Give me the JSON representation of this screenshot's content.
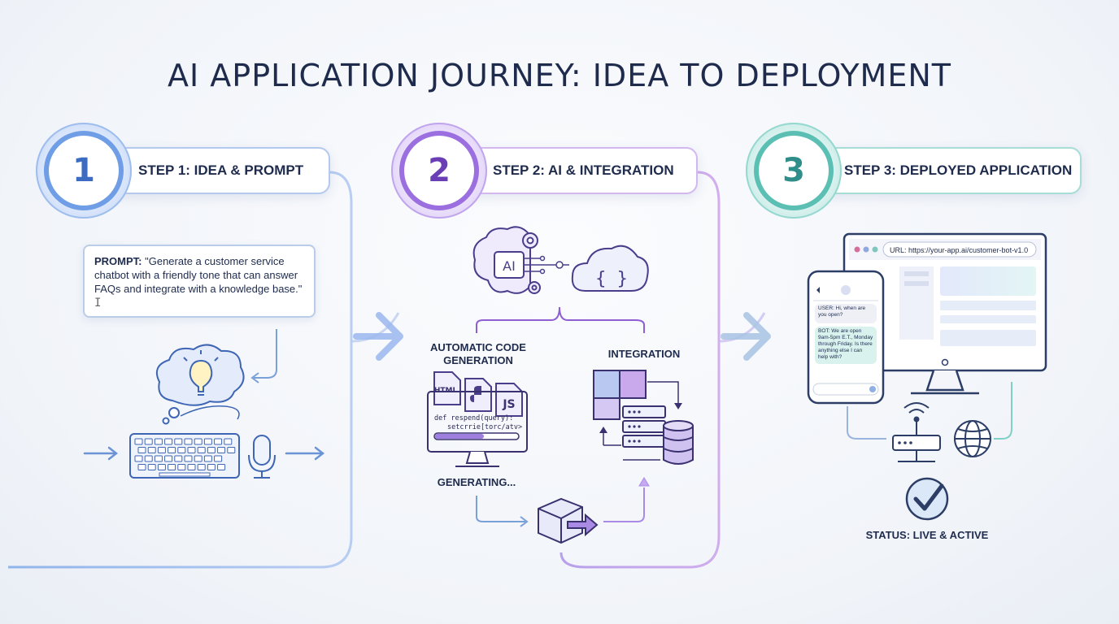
{
  "title": "AI APPLICATION JOURNEY: IDEA TO DEPLOYMENT",
  "steps": [
    {
      "number": "1",
      "label": "STEP 1: IDEA & PROMPT",
      "color": "#4a7fd6"
    },
    {
      "number": "2",
      "label": "STEP 2: AI & INTEGRATION",
      "color": "#7d4fc9"
    },
    {
      "number": "3",
      "label": "STEP 3: DEPLOYED APPLICATION",
      "color": "#3a9c9c"
    }
  ],
  "prompt": {
    "label": "PROMPT:",
    "text": "\"Generate a customer service chatbot with a friendly tone that can answer FAQs and integrate with a knowledge base.\"",
    "cursor": "I"
  },
  "step2": {
    "ai_chip": "AI",
    "cloud_braces": "{ }",
    "codegen_label": "AUTOMATIC CODE GENERATION",
    "files": [
      "HTML",
      "JS"
    ],
    "code_line1": "def respend(query):",
    "code_line2": "setcrrie[torc/atv>",
    "generating": "GENERATING...",
    "integration_label": "INTEGRATION"
  },
  "step3": {
    "url": "URL: https://your-app.ai/customer-bot-v1.0",
    "chat_user": "USER: Hi, when are you open?",
    "chat_bot": "BOT: We are open 9am-5pm E.T., Monday through Friday. Is there anything else I can help with?",
    "status": "STATUS: LIVE & ACTIVE"
  },
  "colors": {
    "blue": "#4a7fd6",
    "purple": "#9b5bd8",
    "teal": "#3fb3a8",
    "ink": "#1e2b4d"
  }
}
